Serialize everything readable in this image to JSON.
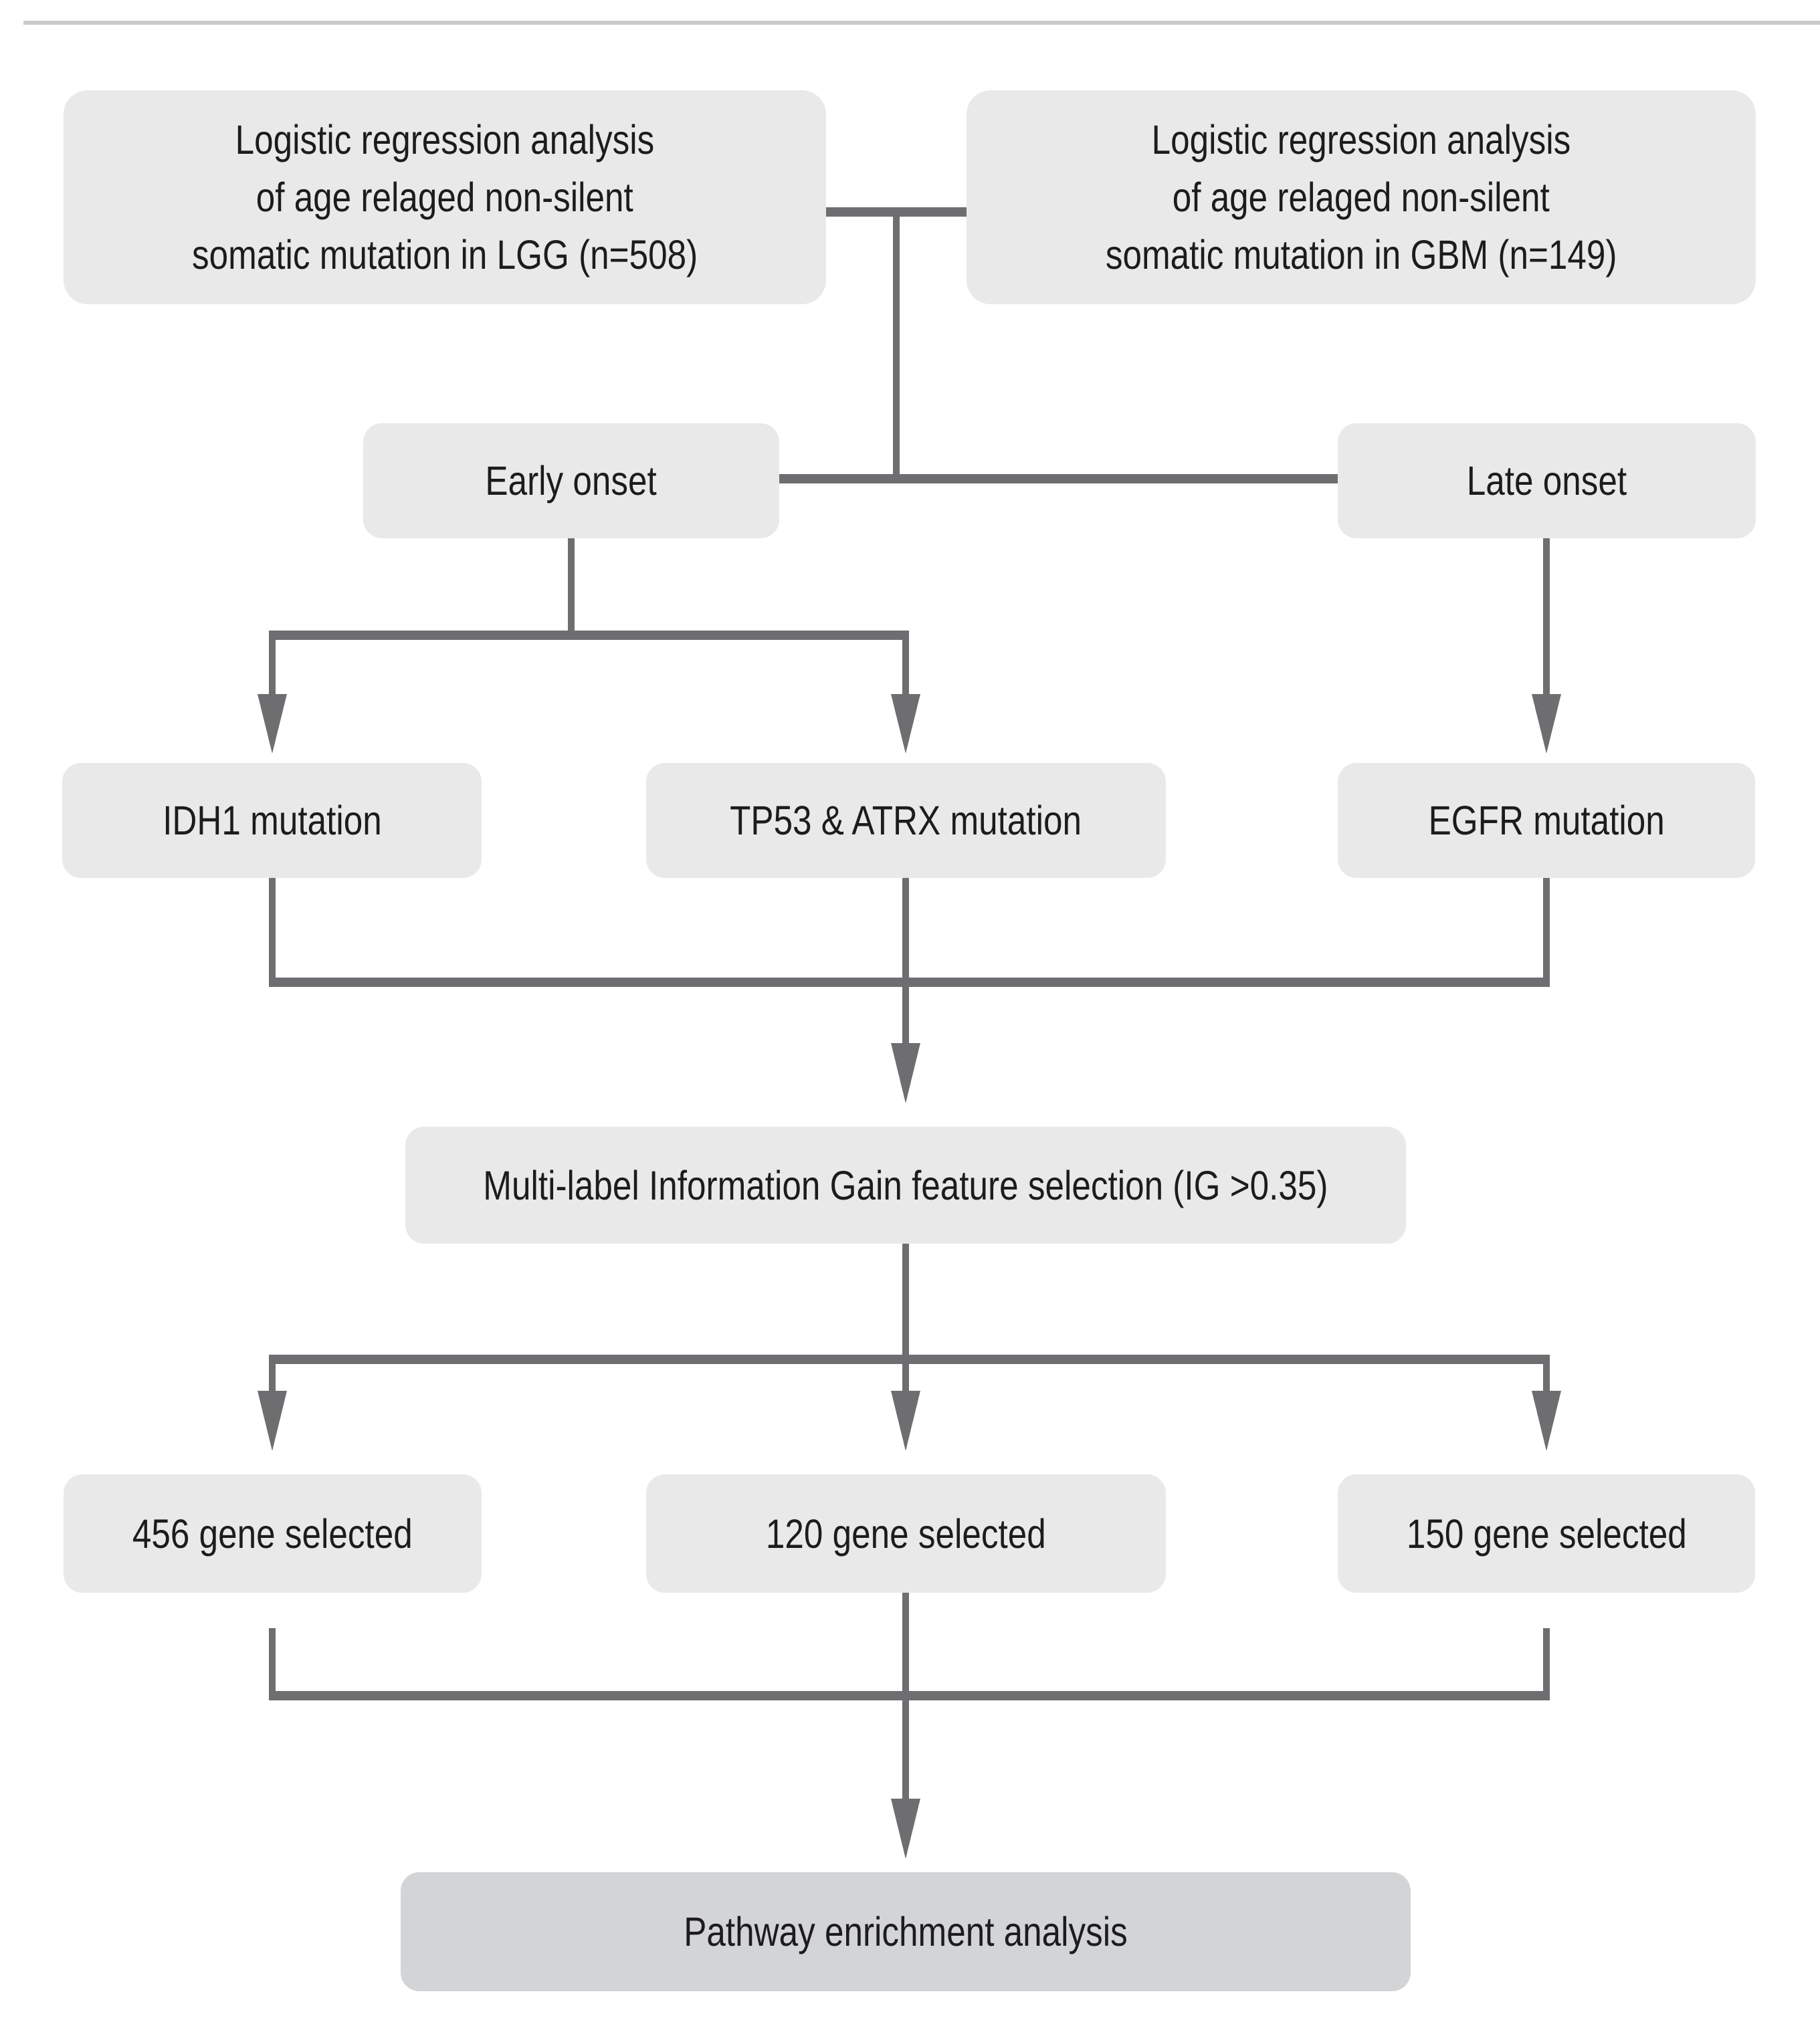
{
  "figure": {
    "type": "flowchart",
    "title": ""
  },
  "colors": {
    "background": "#ffffff",
    "rule": "#cbcbcc",
    "box_fill": "#e9e9ea",
    "box_fill_final": "#d3d4d6",
    "connector": "#6e6e71",
    "text": "#1c1c1f"
  },
  "nodes": {
    "lgg": {
      "line1": "Logistic regression analysis",
      "line2": "of age relaged non-silent",
      "line3": "somatic mutation in LGG (n=508)"
    },
    "gbm": {
      "line1": "Logistic regression analysis",
      "line2": "of age relaged non-silent",
      "line3": "somatic mutation in GBM (n=149)"
    },
    "early": {
      "label": "Early onset"
    },
    "late": {
      "label": "Late onset"
    },
    "idh1": {
      "label": "IDH1 mutation"
    },
    "tp53": {
      "label": "TP53 & ATRX mutation"
    },
    "egfr": {
      "label": "EGFR mutation"
    },
    "ig": {
      "label": "Multi-label Information Gain feature selection (IG >0.35)"
    },
    "g456": {
      "label": "456 gene selected"
    },
    "g120": {
      "label": "120 gene selected"
    },
    "g150": {
      "label": "150 gene selected"
    },
    "pathway": {
      "label": "Pathway enrichment analysis"
    }
  },
  "edges": [
    {
      "from": [
        "lgg",
        "gbm"
      ],
      "to": [
        "early",
        "late"
      ]
    },
    {
      "from": [
        "early"
      ],
      "to": [
        "idh1",
        "tp53"
      ]
    },
    {
      "from": [
        "late"
      ],
      "to": [
        "egfr"
      ]
    },
    {
      "from": [
        "idh1",
        "tp53",
        "egfr"
      ],
      "to": [
        "ig"
      ]
    },
    {
      "from": [
        "ig"
      ],
      "to": [
        "g456",
        "g120",
        "g150"
      ]
    },
    {
      "from": [
        "g456",
        "g120",
        "g150"
      ],
      "to": [
        "pathway"
      ]
    }
  ]
}
